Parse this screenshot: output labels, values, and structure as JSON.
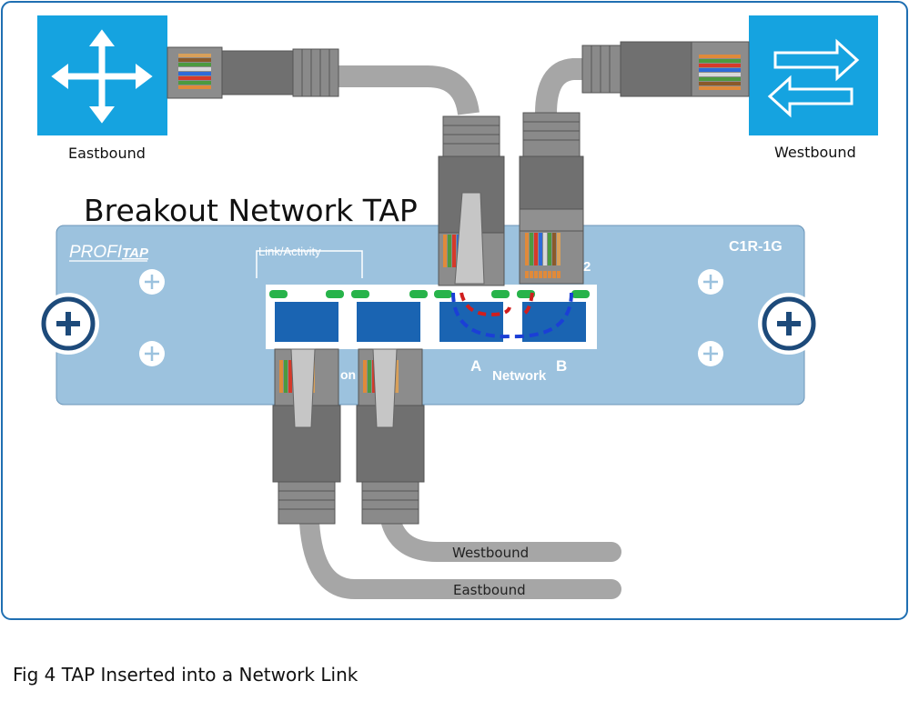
{
  "diagram": {
    "title": "Breakout Network TAP",
    "brand": "PROFI TAP",
    "brand_part1": "PROFI",
    "brand_part2": "TAP",
    "model": "C1R-1G",
    "link_activity_label": "Link/Activity",
    "monitor_label_fragment": "on",
    "port_2_fragment": "2",
    "network_label": "Network",
    "port_a_label": "A",
    "port_b_label": "B",
    "left_device_label": "Eastbound",
    "right_device_label": "Westbound",
    "cable_label_upper": "Westbound",
    "cable_label_lower": "Eastbound",
    "caption": "Fig 4  TAP Inserted into a Network Link",
    "colors": {
      "border": "#1f6fb2",
      "device_blue": "#15a3e0",
      "tap_panel": "#9cc2de",
      "port_blue": "#1a64b2",
      "led_green": "#27b34a",
      "cable_gray": "#a6a6a6",
      "connector_gray": "#808080",
      "tap_path_red": "#d01e1e",
      "tap_path_blue": "#1b3fd6"
    },
    "icons": [
      "router-icon",
      "switch-icon",
      "plus-screw-icon"
    ]
  }
}
